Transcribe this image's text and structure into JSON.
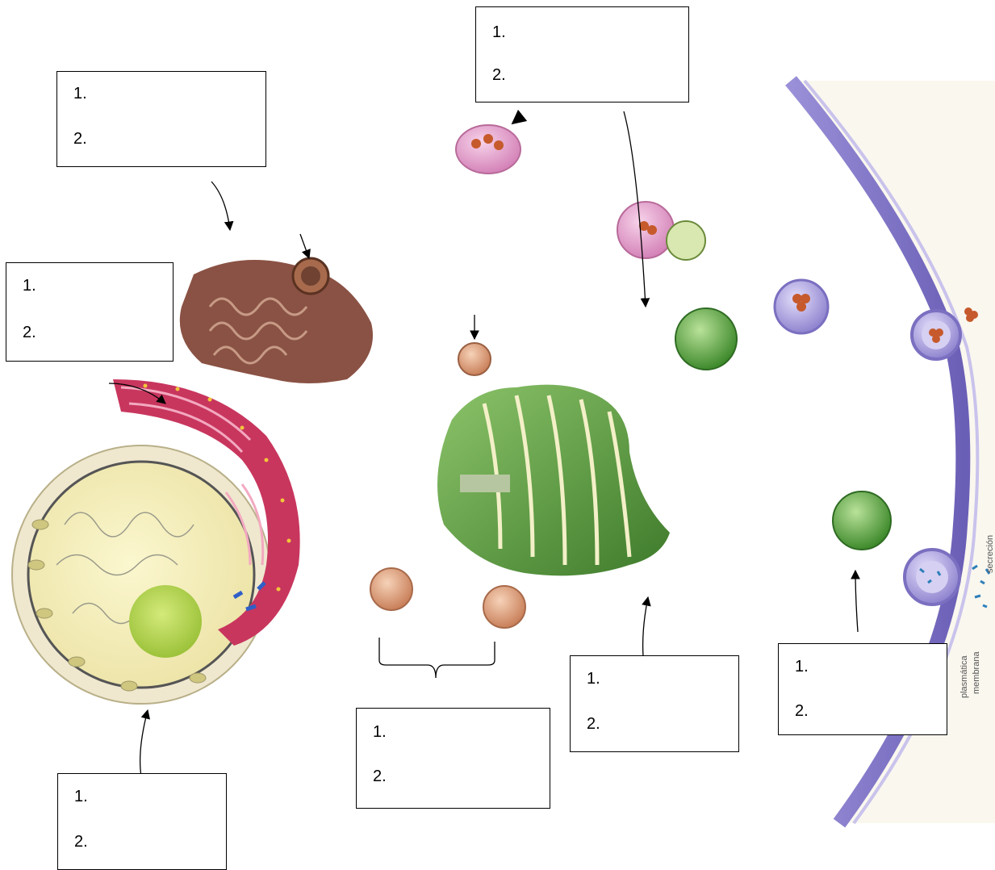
{
  "boxes": [
    {
      "id": "box-top-center",
      "line1": "1.",
      "line2": "2."
    },
    {
      "id": "box-top-left",
      "line1": "1.",
      "line2": "2."
    },
    {
      "id": "box-mid-left",
      "line1": "1.",
      "line2": "2."
    },
    {
      "id": "box-bottom-left",
      "line1": "1.",
      "line2": "2."
    },
    {
      "id": "box-bottom-center",
      "line1": "1.",
      "line2": "2."
    },
    {
      "id": "box-bottom-golgi",
      "line1": "1.",
      "line2": "2."
    },
    {
      "id": "box-bottom-right",
      "line1": "1.",
      "line2": "2."
    }
  ],
  "labels": {
    "secretion": "secreción",
    "membrane_line1": "membrana",
    "membrane_line2": "plasmática"
  },
  "colors": {
    "nucleus_fill": "#f3eeb8",
    "nucleolus": "#b7d64a",
    "rough_er": "#c8365e",
    "smooth_er": "#8a5244",
    "golgi": "#5f9a3c",
    "vesicle_orange": "#d99a74",
    "plasma_membrane": "#7b6fc2"
  }
}
